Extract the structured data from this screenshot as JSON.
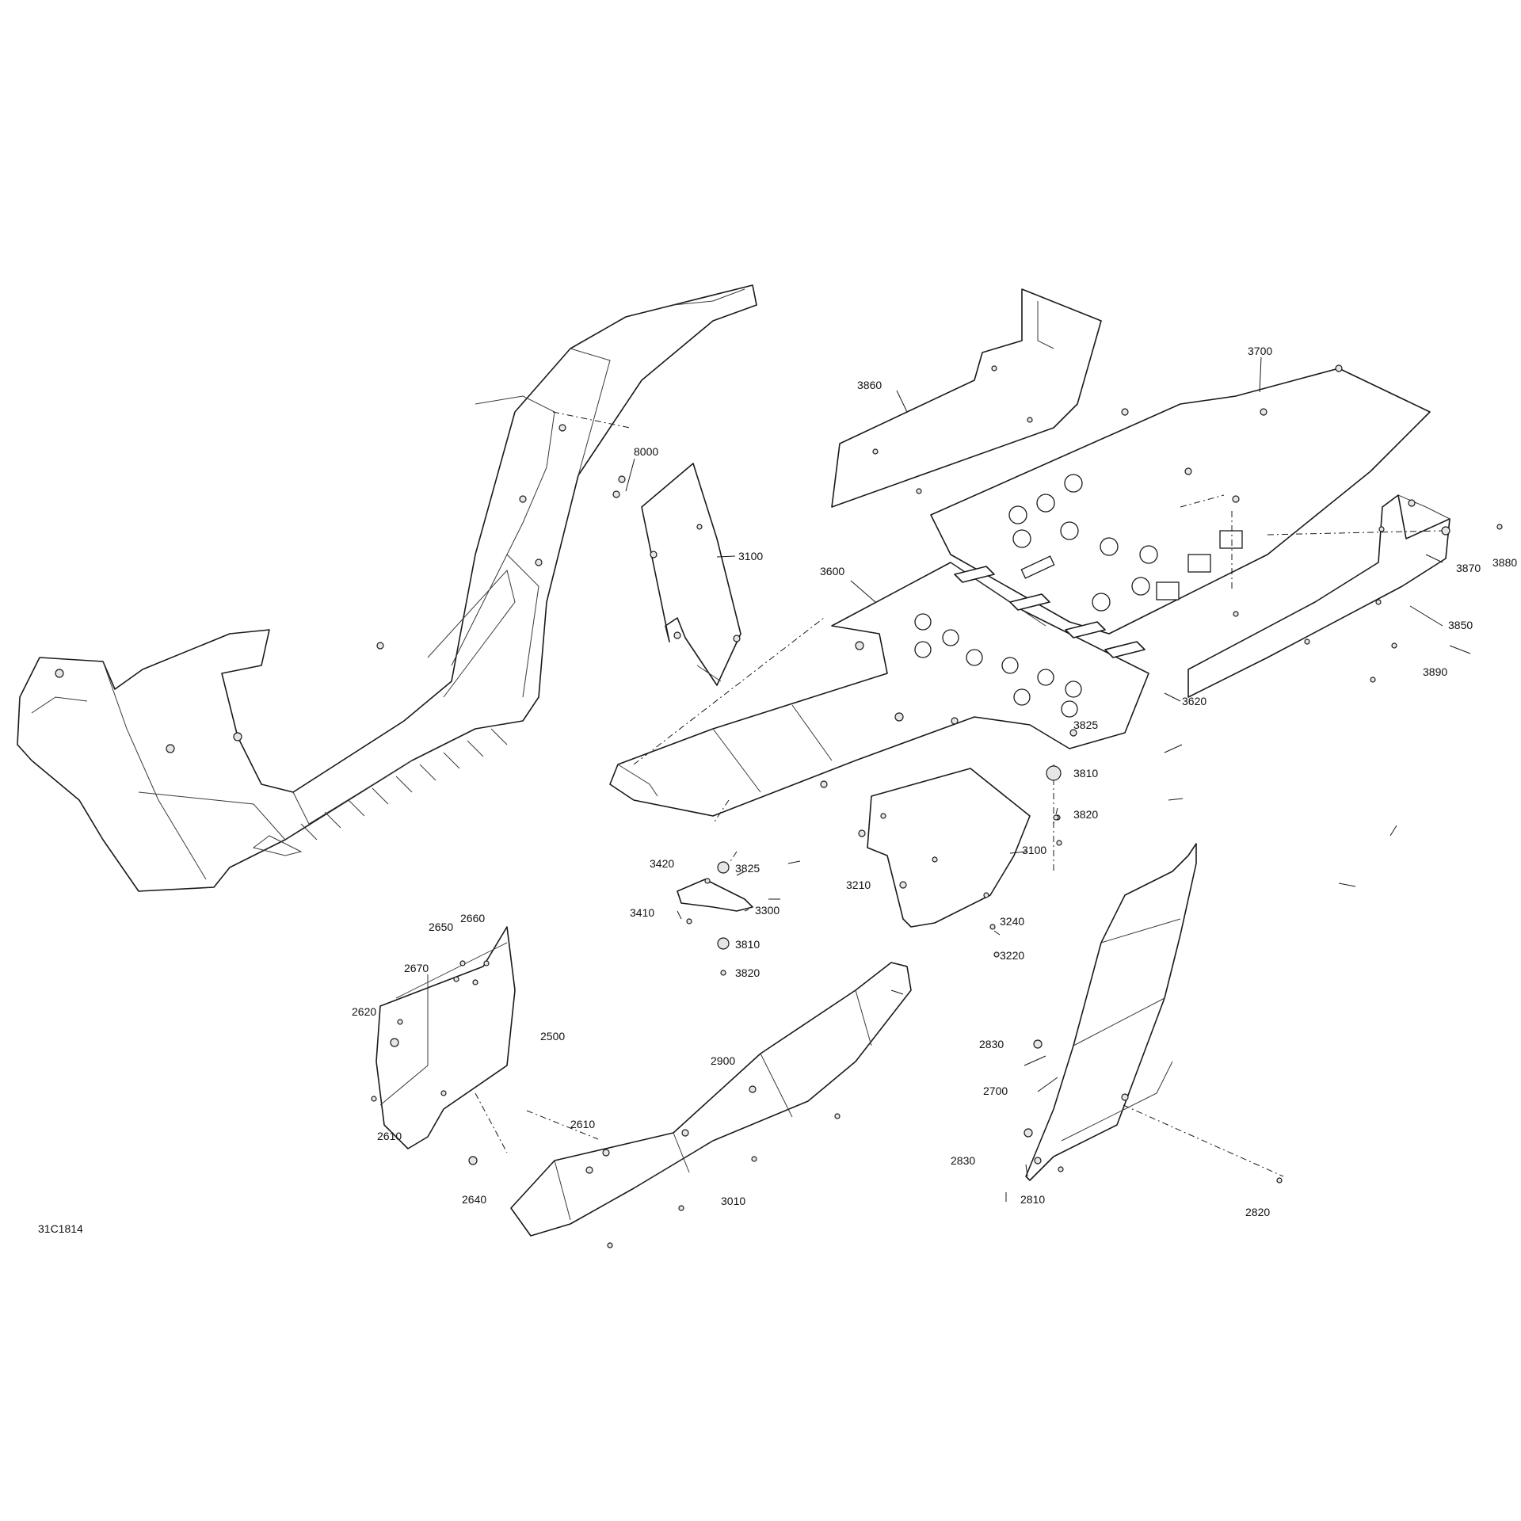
{
  "drawing_code": "31C1814",
  "callouts": {
    "c8000": "8000",
    "c3100a": "3100",
    "c3100b": "3100",
    "c3860": "3860",
    "c3700": "3700",
    "c3600": "3600",
    "c3870": "3870",
    "c3880": "3880",
    "c3850": "3850",
    "c3890": "3890",
    "c3620": "3620",
    "c3825a": "3825",
    "c3825b": "3825",
    "c3810a": "3810",
    "c3810b": "3810",
    "c3820a": "3820",
    "c3820b": "3820",
    "c3420": "3420",
    "c3410": "3410",
    "c3300": "3300",
    "c3210": "3210",
    "c3240": "3240",
    "c3220": "3220",
    "c2650": "2650",
    "c2660": "2660",
    "c2670": "2670",
    "c2620": "2620",
    "c2500": "2500",
    "c2610a": "2610",
    "c2610b": "2610",
    "c2640": "2640",
    "c2900": "2900",
    "c3010": "3010",
    "c2830a": "2830",
    "c2830b": "2830",
    "c2700": "2700",
    "c2810": "2810",
    "c2820": "2820"
  }
}
